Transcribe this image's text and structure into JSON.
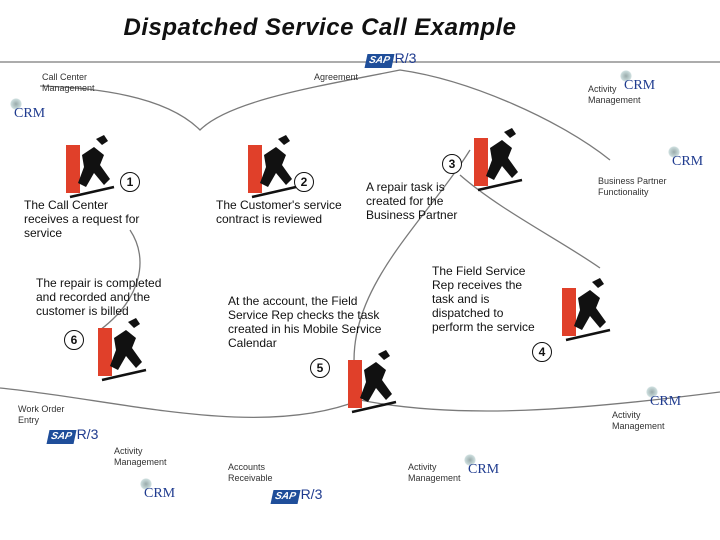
{
  "title": "Dispatched Service Call Example",
  "labels": {
    "call_center_mgmt": [
      "Call Center",
      "Management"
    ],
    "agreement": "Agreement",
    "activity_mgmt_top": [
      "Activity",
      "Management"
    ],
    "business_partner": [
      "Business Partner",
      "Functionality"
    ],
    "work_order": [
      "Work Order",
      "Entry"
    ],
    "activity_mgmt_right": [
      "Activity",
      "Management"
    ],
    "activity_mgmt_bl": [
      "Activity",
      "Management"
    ],
    "accounts_receivable": [
      "Accounts",
      "Receivable"
    ],
    "activity_mgmt_bottom": [
      "Activity",
      "Management"
    ]
  },
  "steps": [
    {
      "num": "1",
      "text": [
        "The Call Center",
        "receives a request for",
        "service"
      ]
    },
    {
      "num": "2",
      "text": [
        "The Customer's service",
        "contract is reviewed"
      ]
    },
    {
      "num": "3",
      "text": [
        "A repair task is",
        "created for the",
        "Business Partner"
      ]
    },
    {
      "num": "4",
      "text": [
        "The Field Service",
        "Rep receives the",
        "task and is",
        "dispatched to",
        "perform the service"
      ]
    },
    {
      "num": "5",
      "text": [
        "At the account, the Field",
        "Service Rep checks the task",
        "created in his Mobile Service",
        "Calendar"
      ]
    },
    {
      "num": "6",
      "text": [
        "The repair is completed",
        "and recorded and the",
        "customer is billed"
      ]
    }
  ],
  "logos": {
    "sap": "SAP",
    "r3": "R/3",
    "crm": "CRM"
  },
  "colors": {
    "flow_line": "#7a7a7a",
    "figure_red": "#e0402a",
    "sap_blue": "#1f4e9a"
  }
}
